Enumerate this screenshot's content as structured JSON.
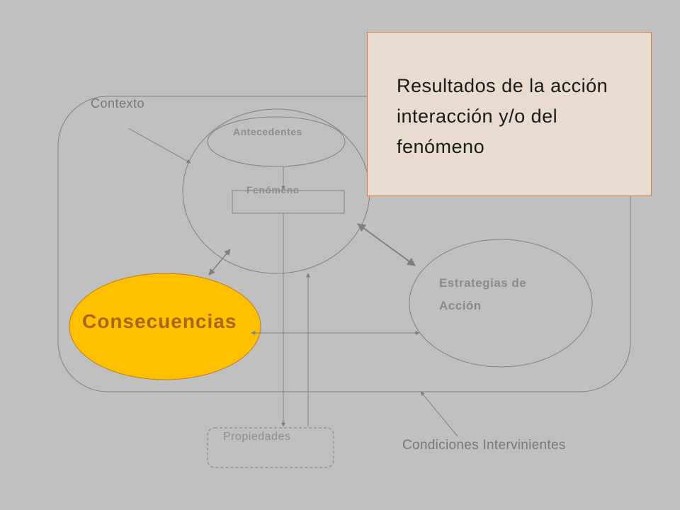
{
  "labels": {
    "contexto": "Contexto",
    "antecedentes": "Antecedentes",
    "fenomeno": "Fenómeno",
    "estrategias": "Estrategias de Acción",
    "consecuencias": "Consecuencias",
    "propiedades": "Propiedades",
    "condiciones": "Condiciones Intervinientes"
  },
  "callout": {
    "text": "Resultados de la acción interacción y/o del fenómeno"
  },
  "colors": {
    "background": "#c0c0c0",
    "lines": "#808080",
    "consecuencias_fill": "#ffc000",
    "consecuencias_text": "#a8661a",
    "callout_fill": "#e8dcd0",
    "callout_border": "#e07a3a"
  }
}
